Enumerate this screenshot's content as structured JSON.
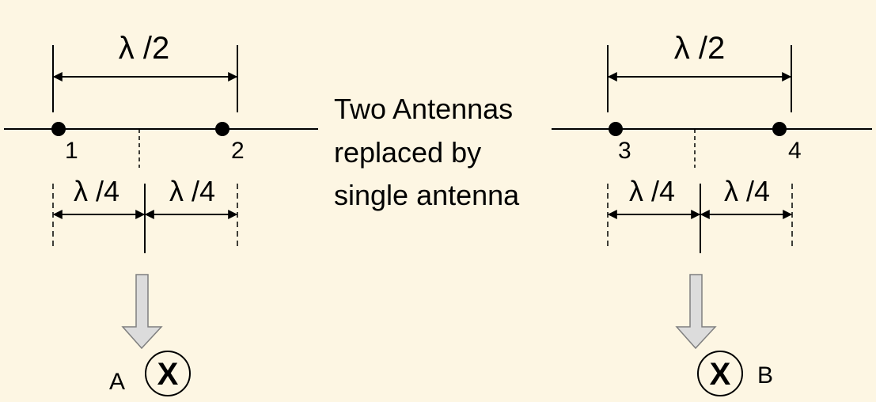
{
  "background_color": "#fdf6e3",
  "line_color": "#000000",
  "arrow_fill": "#dcdcdc",
  "arrow_stroke": "#7f7f7f",
  "left_array": {
    "span_label": "λ /2",
    "quarter_label_left": "λ /4",
    "quarter_label_right": "λ /4",
    "antenna_1_label": "1",
    "antenna_2_label": "2",
    "replacement_label": "A",
    "replacement_symbol": "X"
  },
  "right_array": {
    "span_label": "λ /2",
    "quarter_label_left": "λ /4",
    "quarter_label_right": "λ /4",
    "antenna_3_label": "3",
    "antenna_4_label": "4",
    "replacement_label": "B",
    "replacement_symbol": "X"
  },
  "caption": {
    "line1": "Two Antennas",
    "line2": "replaced by",
    "line3": "single antenna"
  }
}
